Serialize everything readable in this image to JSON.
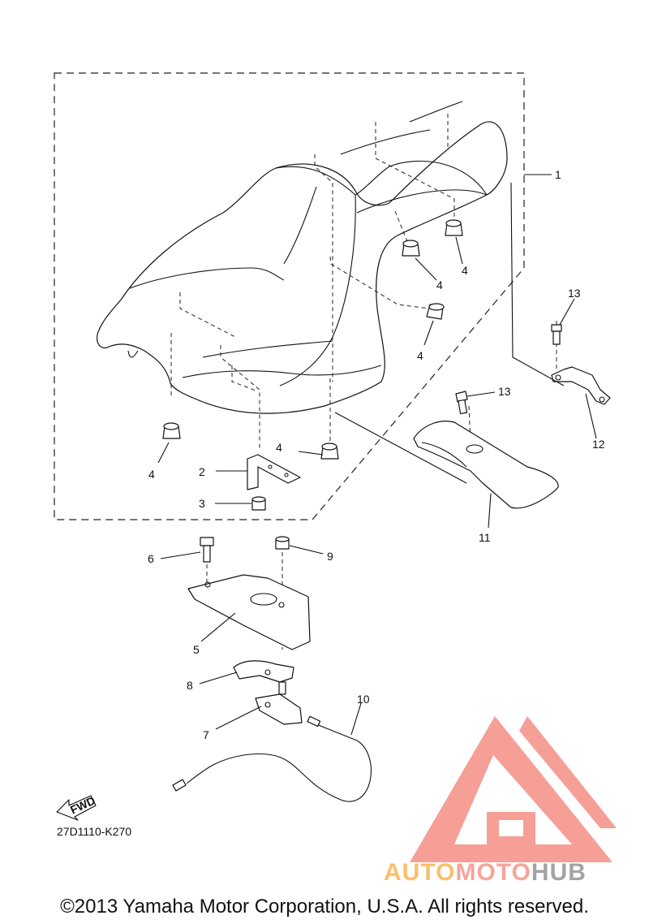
{
  "diagram": {
    "callouts": [
      "1",
      "2",
      "3",
      "4",
      "4",
      "4",
      "4",
      "4",
      "5",
      "6",
      "7",
      "8",
      "9",
      "10",
      "11",
      "12",
      "13",
      "13"
    ],
    "diagram_code": "27D1110-K270",
    "fwd_label": "FWD"
  },
  "watermark": {
    "part1": "AUTO",
    "part2": "MOTO",
    "part3": "HUB",
    "colors": {
      "orange": "#f9c06a",
      "pink": "#f6a49b",
      "gray": "#a3a3a3"
    }
  },
  "footer": {
    "copyright": "©2013 Yamaha Motor Corporation, U.S.A. All rights reserved."
  }
}
